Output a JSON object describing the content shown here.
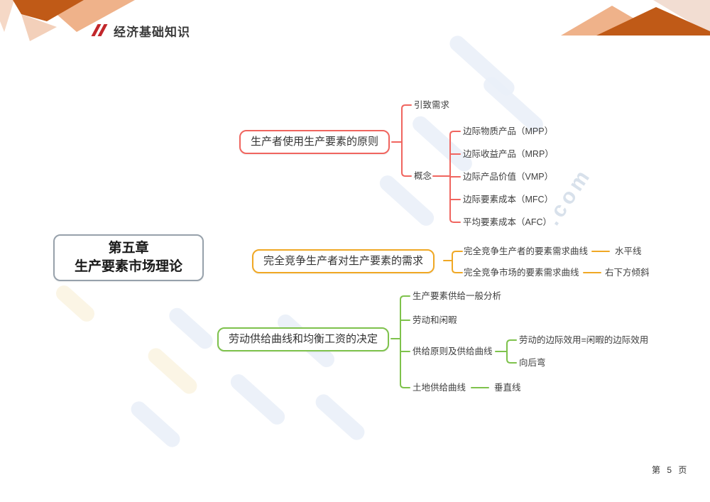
{
  "header": {
    "title": "经济基础知识"
  },
  "footer": {
    "page_label": "第 5 页"
  },
  "watermark": {
    "text": ".com"
  },
  "colors": {
    "branch1": "#f0655f",
    "branch2": "#f0a824",
    "branch3": "#7ec24c",
    "root_border": "#97a1ab",
    "header_accent": "#c2272b",
    "deco_dark_orange": "#c05a17",
    "deco_light_orange": "#efb28a",
    "deco_pale": "#f5d8c6",
    "watermark_blue": "#eaf0f8"
  },
  "mindmap": {
    "root": {
      "line1": "第五章",
      "line2": "生产要素市场理论"
    },
    "branch1": {
      "label": "生产者使用生产要素的原则",
      "children": [
        {
          "label": "引致需求"
        },
        {
          "label": "概念",
          "children": [
            {
              "label": "边际物质产品（MPP）"
            },
            {
              "label": "边际收益产品（MRP）"
            },
            {
              "label": "边际产品价值（VMP）"
            },
            {
              "label": "边际要素成本（MFC）"
            },
            {
              "label": "平均要素成本（AFC）"
            }
          ]
        }
      ]
    },
    "branch2": {
      "label": "完全竞争生产者对生产要素的需求",
      "children": [
        {
          "label": "完全竞争生产者的要素需求曲线",
          "note": "水平线"
        },
        {
          "label": "完全竞争市场的要素需求曲线",
          "note": "右下方倾斜"
        }
      ]
    },
    "branch3": {
      "label": "劳动供给曲线和均衡工资的决定",
      "children": [
        {
          "label": "生产要素供给一般分析"
        },
        {
          "label": "劳动和闲暇"
        },
        {
          "label": "供给原则及供给曲线",
          "children": [
            {
              "label": "劳动的边际效用=闲暇的边际效用"
            },
            {
              "label": "向后弯"
            }
          ]
        },
        {
          "label": "土地供给曲线",
          "note": "垂直线"
        }
      ]
    }
  }
}
